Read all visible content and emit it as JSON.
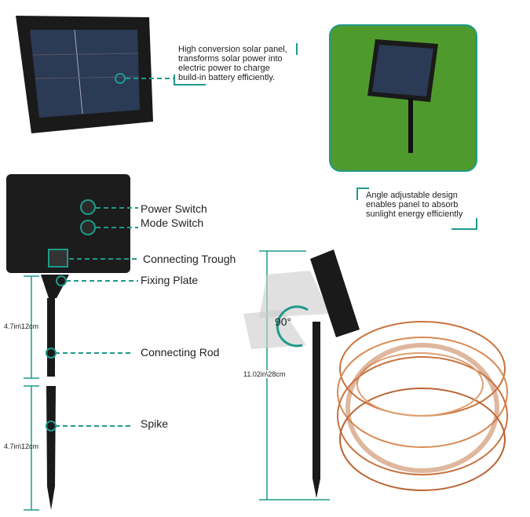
{
  "panel_note": [
    "High conversion solar panel,",
    "transforms solar power into",
    "electric power to charge",
    "build-in battery efficiently."
  ],
  "angle_note": [
    "Angle adjustable design",
    "enables panel to absorb",
    "sunlight energy efficiently"
  ],
  "labels": {
    "power_switch": "Power Switch",
    "mode_switch": "Mode Switch",
    "connecting_trough": "Connecting Trough",
    "fixing_plate": "Fixing Plate",
    "connecting_rod": "Connecting Rod",
    "spike": "Spike"
  },
  "dimensions": {
    "rod": "4.7in\\12cm",
    "spike": "4.7in\\12cm",
    "total": "11.02in\\28cm",
    "angle": "90°"
  },
  "colors": {
    "accent": "#1e9a8a",
    "wire": "#c8743f",
    "grass": "#4f9a2c"
  }
}
